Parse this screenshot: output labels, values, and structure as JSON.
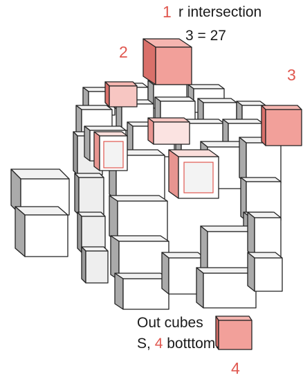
{
  "text": {
    "top_line_1": "r intersection",
    "top_line_2": "3 = 27",
    "bottom_line_1": "Out cubes",
    "bottom_line_2_prefix": "S, ",
    "bottom_line_2_number": "4",
    "bottom_line_2_suffix": " botttom."
  },
  "callouts": [
    "1",
    "2",
    "3",
    "4"
  ],
  "colors": {
    "highlight": "#e0574f",
    "cube_face": "#ffffff",
    "cube_shadow": "#aaaaaa",
    "cube_outline": "#222222",
    "text": "#1a1a1a"
  }
}
